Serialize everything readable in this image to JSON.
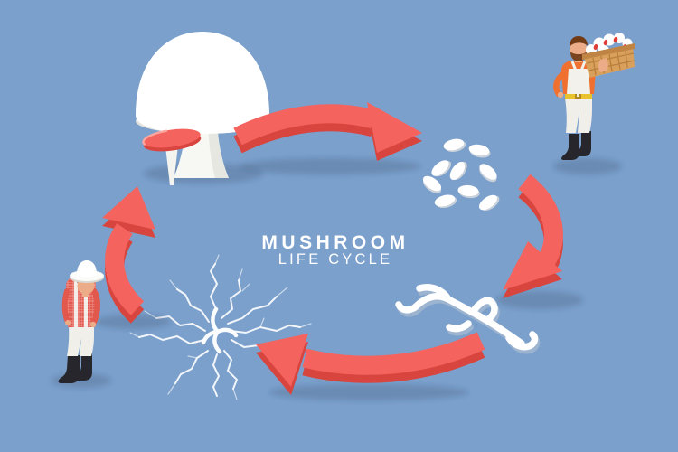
{
  "title": {
    "line1": "MUSHROOM",
    "line2": "LIFE CYCLE"
  },
  "colors": {
    "background": "#7BA0CC",
    "arrow_face": "#F4635E",
    "arrow_side": "#D8453F",
    "title_text": "#FFFFFF",
    "organic_white": "#FFFFFF",
    "shadow": "rgba(30,48,80,0.20)",
    "shirt_red": "#E2584D",
    "shirt_orange": "#F07030",
    "basket_tan": "#D9A05B",
    "boots_black": "#26262C",
    "skin": "#ECAC87",
    "belt_yellow": "#E9C32E",
    "cap_red": "#F4635E"
  },
  "stages": [
    {
      "icon": "mushroom-fruiting-body-icon"
    },
    {
      "icon": "spores-icon"
    },
    {
      "icon": "spore-germination-icon"
    },
    {
      "icon": "mycelium-network-icon"
    }
  ],
  "arrows": [
    {
      "icon": "cycle-arrow-top-icon",
      "direction": "right"
    },
    {
      "icon": "cycle-arrow-right-icon",
      "direction": "down"
    },
    {
      "icon": "cycle-arrow-bottom-icon",
      "direction": "left"
    },
    {
      "icon": "cycle-arrow-left-icon",
      "direction": "up"
    }
  ],
  "characters": [
    {
      "icon": "farmer-icon"
    },
    {
      "icon": "mushroom-harvester-icon"
    }
  ]
}
